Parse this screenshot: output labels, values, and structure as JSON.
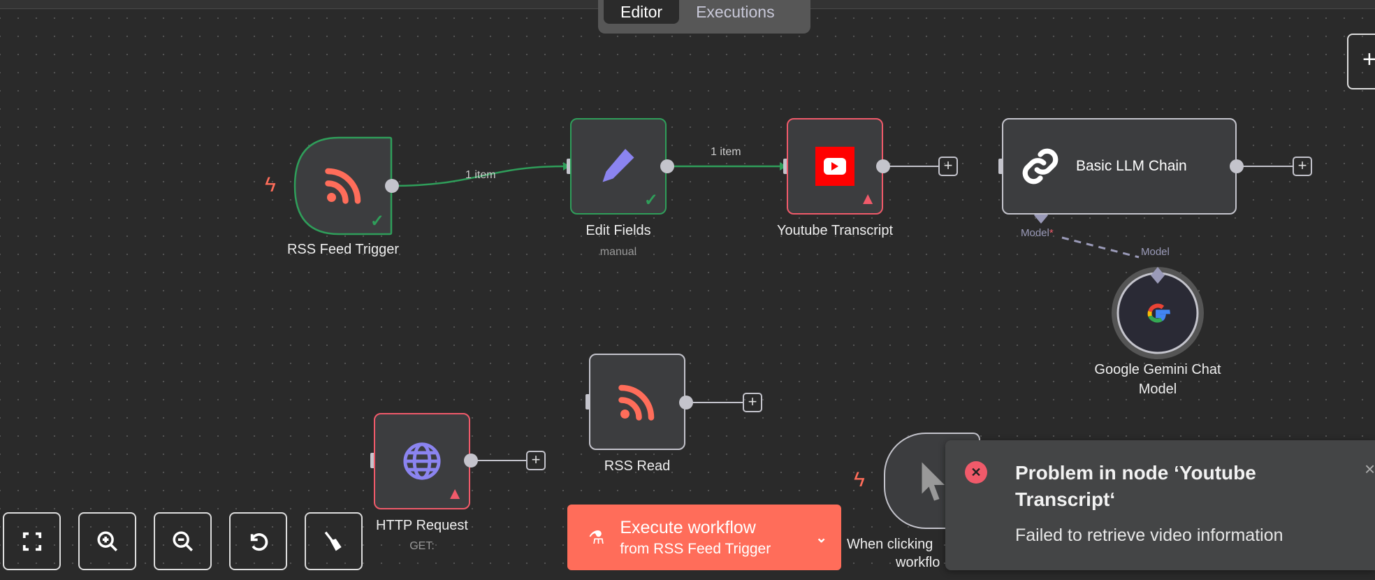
{
  "tabs": [
    {
      "label": "Editor",
      "active": true
    },
    {
      "label": "Executions",
      "active": false
    }
  ],
  "nodes": {
    "rss_trigger": {
      "label": "RSS Feed Trigger",
      "status": "success"
    },
    "edit_fields": {
      "label": "Edit Fields",
      "subtitle": "manual",
      "status": "success"
    },
    "youtube": {
      "label": "Youtube Transcript",
      "status": "error"
    },
    "llm_chain": {
      "label": "Basic LLM Chain",
      "input_label": "Model",
      "required_mark": "*"
    },
    "gemini": {
      "label": "Google Gemini Chat Model",
      "output_label": "Model"
    },
    "rss_read": {
      "label": "RSS Read"
    },
    "http": {
      "label": "HTTP Request",
      "subtitle": "GET:",
      "status": "error"
    },
    "manual_trigger": {
      "label_line1": "When clicking",
      "label_line2": "workflo"
    }
  },
  "connections": [
    {
      "label": "1 item"
    },
    {
      "label": "1 item"
    }
  ],
  "execute": {
    "label": "Execute workflow",
    "sub": "from RSS Feed Trigger"
  },
  "toast": {
    "title": "Problem in node ‘Youtube Transcript‘",
    "message": "Failed to retrieve video information"
  },
  "controls": [
    "fit-view",
    "zoom-in",
    "zoom-out",
    "reset-zoom",
    "tidy-up"
  ],
  "colors": {
    "success": "#2f9e5a",
    "error": "#f05a6a",
    "accent": "#ff6d5a"
  }
}
